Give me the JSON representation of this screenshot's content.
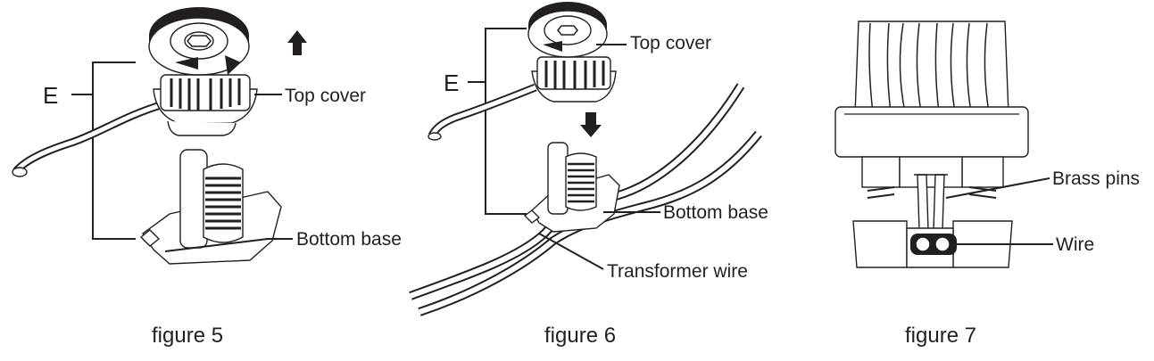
{
  "figure5": {
    "caption": "figure 5",
    "bracket_letter": "E",
    "label_top_cover": "Top cover",
    "label_bottom_base": "Bottom base"
  },
  "figure6": {
    "caption": "figure 6",
    "bracket_letter": "E",
    "label_top_cover": "Top cover",
    "label_bottom_base": "Bottom base",
    "label_transformer_wire": "Transformer wire"
  },
  "figure7": {
    "caption": "figure 7",
    "label_brass_pins": "Brass pins",
    "label_wire": "Wire"
  },
  "icons": {
    "up_arrow": "arrow-up-icon",
    "down_arrow": "arrow-down-icon",
    "rotation_arrow": "rotate-icon"
  }
}
